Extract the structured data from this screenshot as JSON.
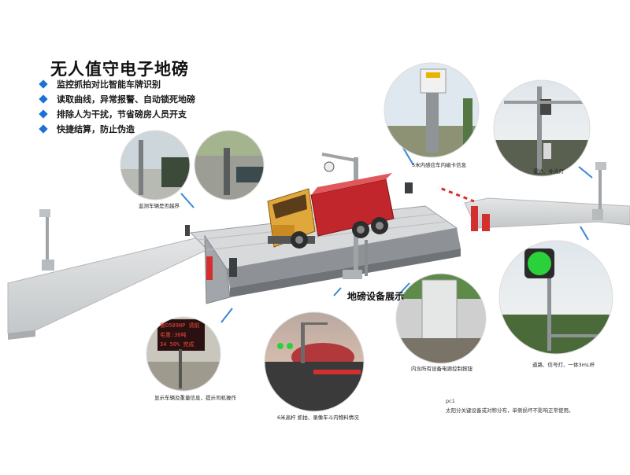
{
  "title": "无人值守电子地磅",
  "features": [
    "监控抓拍对比智能车牌识别",
    "读取曲线，异常报警、自动锁死地磅",
    "排除人为干扰，节省磅房人员开支",
    "快捷结算，防止伪造"
  ],
  "section_label": "地磅设备展示",
  "captions": {
    "vehicle_detect": "监测车辆是否越界",
    "card_reader": "5米内感应车内磁卡信息",
    "radar": "雷达、补光灯",
    "cabinet": "内含所有设备电源控制按钮",
    "signal": "道路、信号灯、一体3mL杆",
    "led_display": "显示车辆及重量信息，提示司机操作",
    "camera": "6米高杆 抓拍、录像车斗内物料情况"
  },
  "led_lines": [
    "鲁D589NP 请前",
    "毛重:36吨",
    "34 50% 完成"
  ],
  "footnote_code": "pc1",
  "footnote": "太阳分关键设备或对称分布，单侧损坏不影响正常使用。",
  "colors": {
    "accent_blue": "#1e6fd6",
    "truck_red": "#c0262c",
    "gate_red": "#d42f2f",
    "signal_green": "#2bd13a"
  }
}
